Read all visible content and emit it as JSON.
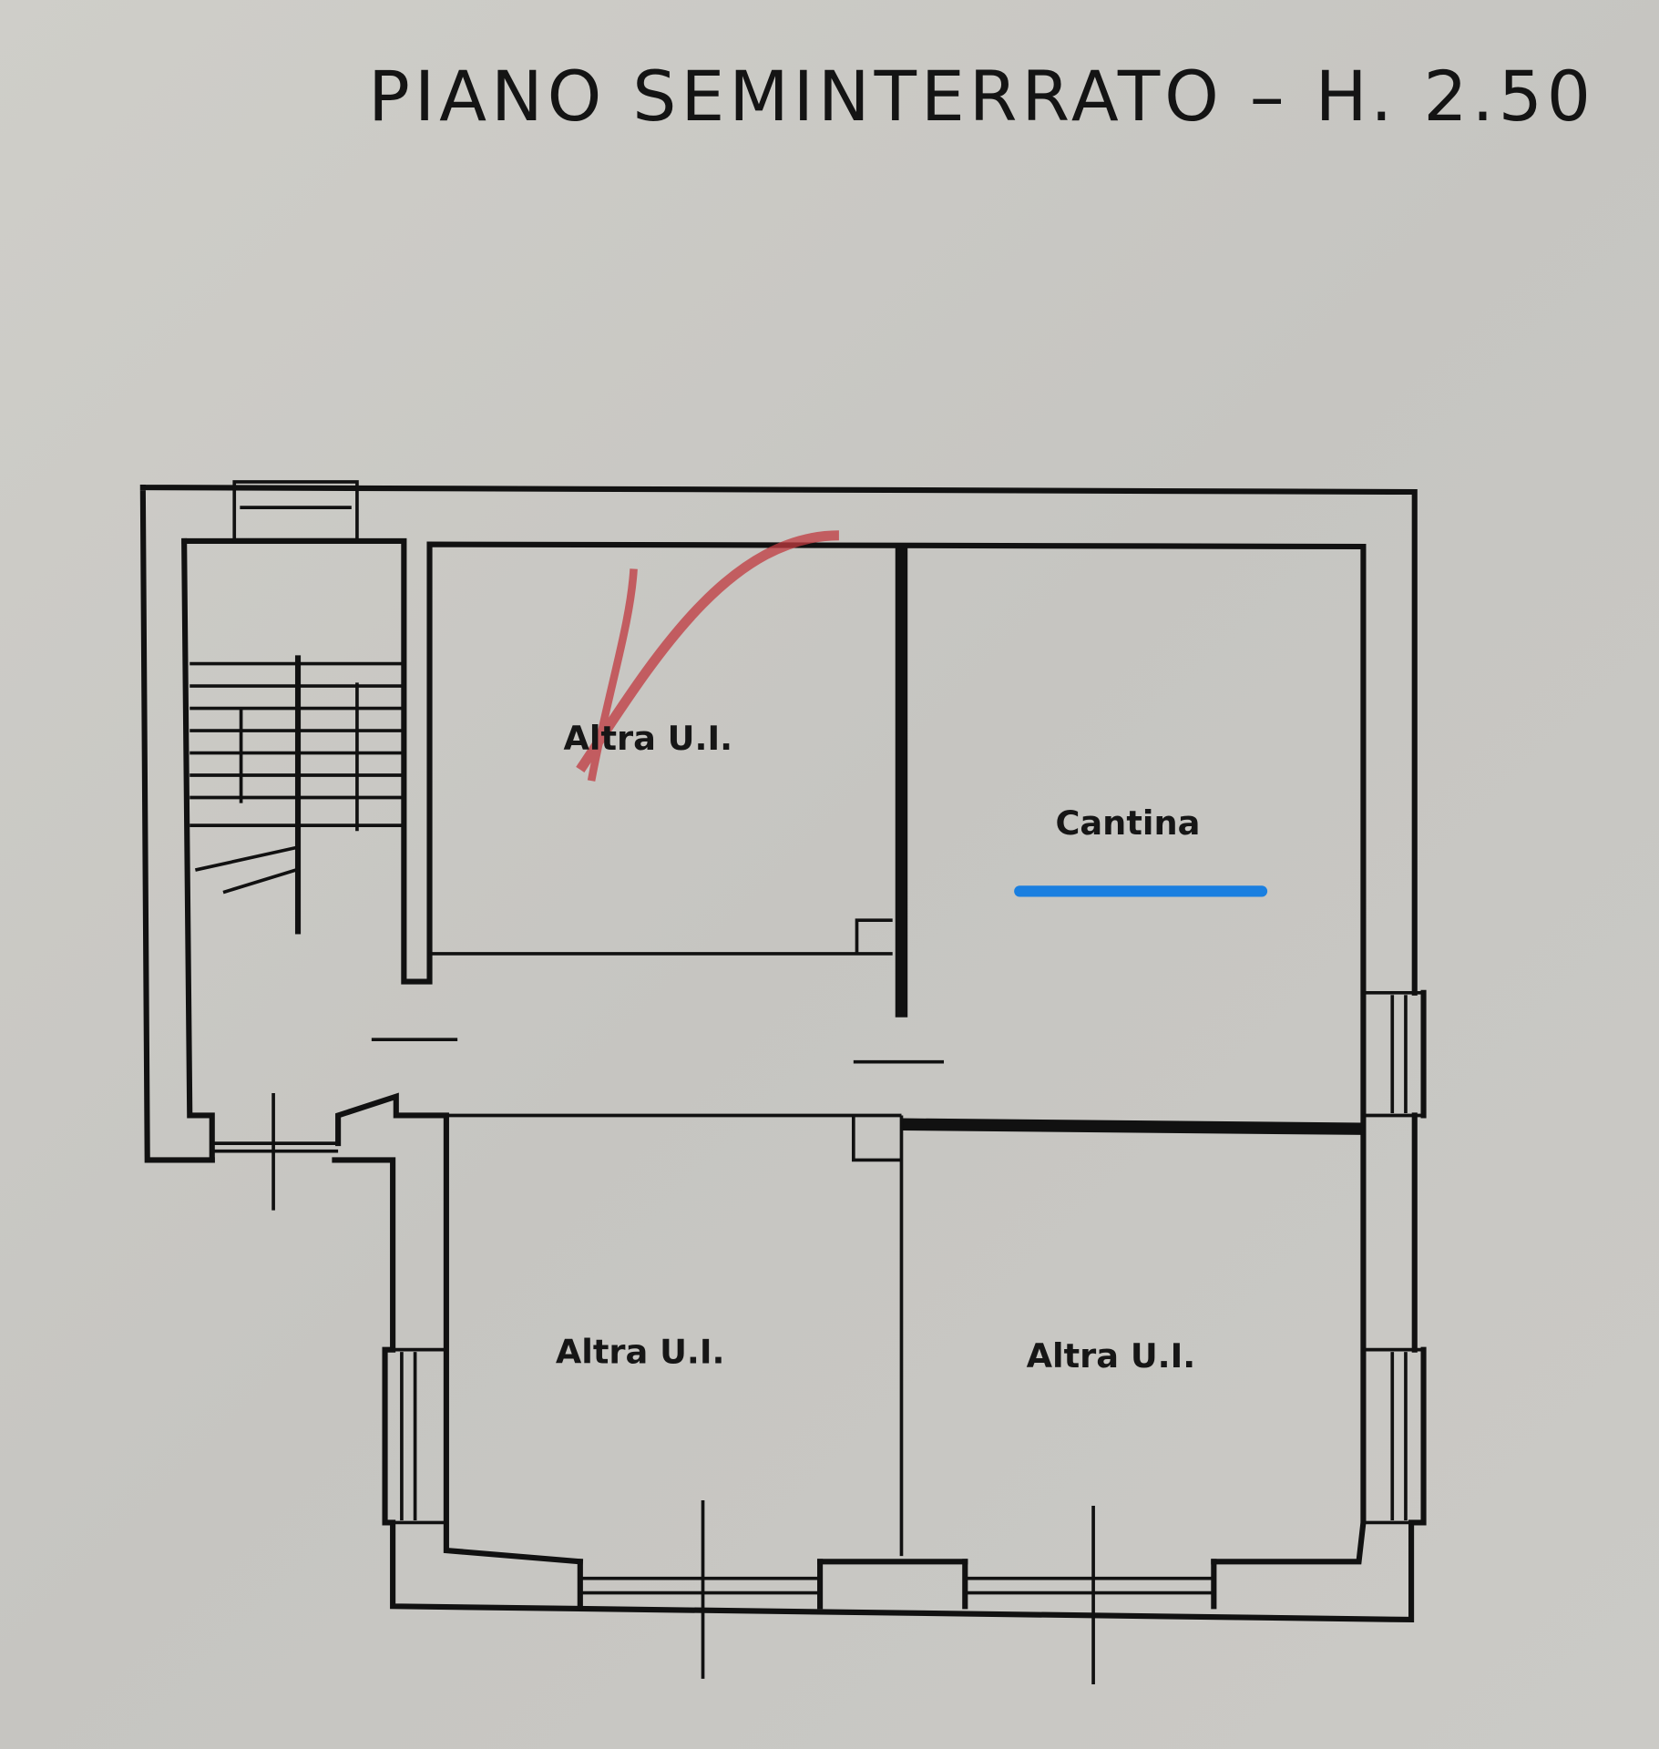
{
  "title": "PIANO SEMINTERRATO – H. 2.50",
  "rooms": [
    {
      "label": "Altra U.I."
    },
    {
      "label": "Cantina"
    },
    {
      "label": "Altra U.I."
    },
    {
      "label": "Altra U.I."
    }
  ],
  "colors": {
    "highlight": "#1a7fe0",
    "watermark": "#c0393f"
  }
}
